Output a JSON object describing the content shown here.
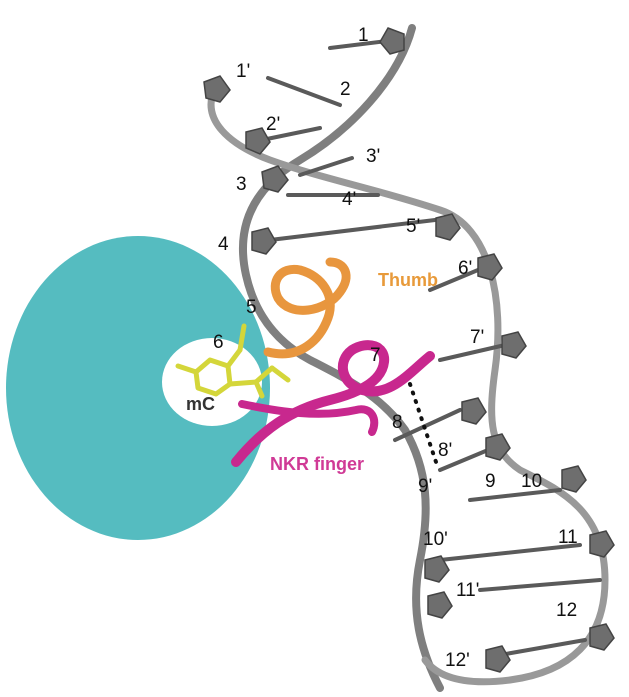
{
  "labels": {
    "thumb": "Thumb",
    "nkr_finger": "NKR finger",
    "mc": "mC"
  },
  "strand_a_numbers": [
    "1",
    "2",
    "3",
    "4",
    "5",
    "6",
    "7",
    "8",
    "9",
    "10",
    "11",
    "12"
  ],
  "strand_b_numbers": [
    "1'",
    "2'",
    "3'",
    "4'",
    "5'",
    "6'",
    "7'",
    "8'",
    "9'",
    "10'",
    "11'",
    "12'"
  ],
  "colors": {
    "protein_domain": "#55bcc0",
    "thumb": "#e8963e",
    "thumb_label": "#e89a3a",
    "nkr_finger": "#c8288e",
    "nkr_label": "#d03a96",
    "mc": "#d4d63a",
    "mc_label": "#333333",
    "backbone": "#7f7f7f",
    "bases": "#5a5a5a"
  }
}
